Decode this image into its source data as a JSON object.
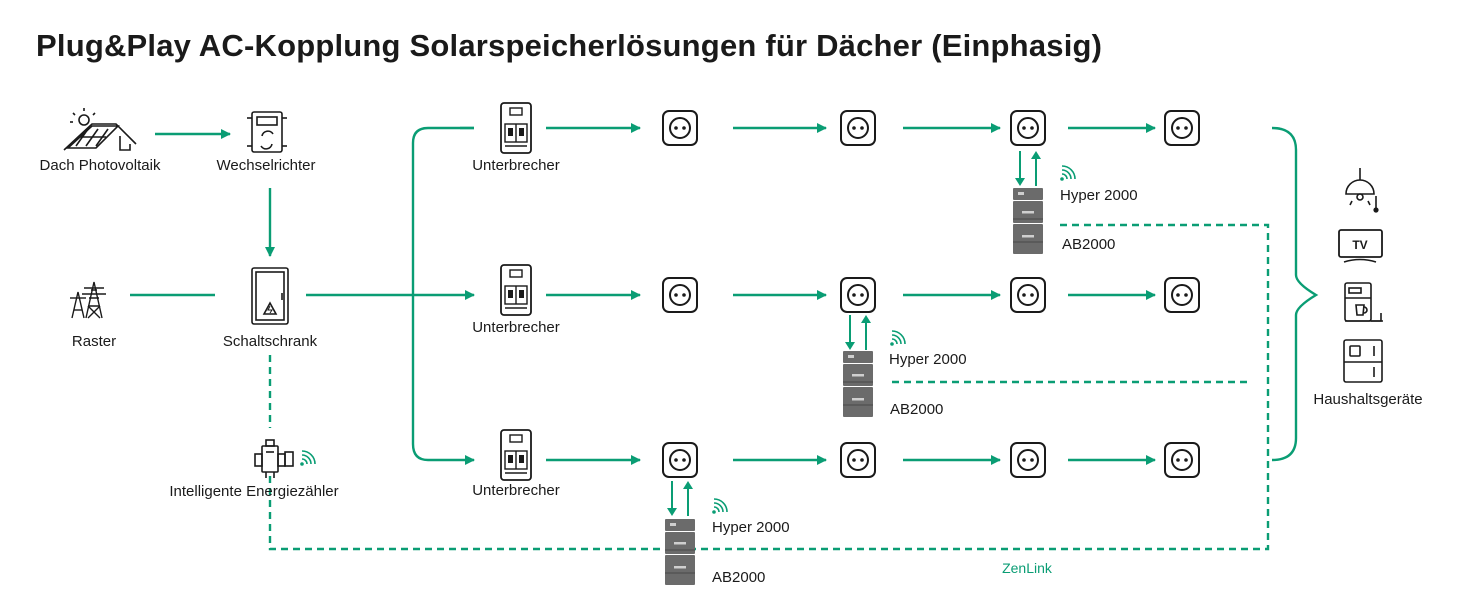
{
  "title": "Plug&Play AC-Kopplung Solarspeicherlösungen für Dächer (Einphasig)",
  "nodes": {
    "pv": "Dach Photovoltaik",
    "inverter": "Wechselrichter",
    "grid": "Raster",
    "cabinet": "Schaltschrank",
    "meter": "Intelligente Energiezähler",
    "breaker": "Unterbrecher",
    "appliances": "Haushaltsgeräte",
    "hyper": "Hyper 2000",
    "battery": "AB2000",
    "zenlink": "ZenLink",
    "tv": "TV"
  },
  "colors": {
    "accent": "#0a9d74",
    "line": "#1a1a1a",
    "battery": "#6b6b6b"
  },
  "icons": [
    "solar-panel-icon",
    "inverter-icon",
    "power-tower-icon",
    "cabinet-icon",
    "energy-meter-icon",
    "breaker-icon",
    "socket-icon",
    "battery-stack-icon",
    "wifi-icon",
    "lamp-icon",
    "tv-icon",
    "coffee-machine-icon",
    "fridge-icon"
  ]
}
